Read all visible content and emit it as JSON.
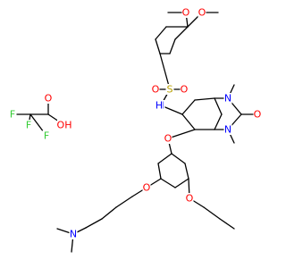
{
  "colors": {
    "bond": "#000000",
    "O": "#ff0000",
    "N": "#0000ff",
    "S": "#b8a000",
    "F": "#33cc33",
    "C": "#000000"
  },
  "atom_labels": [
    {
      "id": "O1",
      "text": "O",
      "el": "O"
    },
    {
      "id": "O2",
      "text": "O",
      "el": "O"
    },
    {
      "id": "S1",
      "text": "S",
      "el": "S"
    },
    {
      "id": "O3",
      "text": "O",
      "el": "O"
    },
    {
      "id": "O4",
      "text": "O",
      "el": "O"
    },
    {
      "id": "N1",
      "text": "N",
      "el": "N"
    },
    {
      "id": "H1",
      "text": "H",
      "el": "N"
    },
    {
      "id": "N2",
      "text": "N",
      "el": "N"
    },
    {
      "id": "O5",
      "text": "O",
      "el": "O"
    },
    {
      "id": "N3",
      "text": "N",
      "el": "N"
    },
    {
      "id": "O6",
      "text": "O",
      "el": "O"
    },
    {
      "id": "O7",
      "text": "O",
      "el": "O"
    },
    {
      "id": "O8",
      "text": "O",
      "el": "O"
    },
    {
      "id": "N4",
      "text": "N",
      "el": "N"
    },
    {
      "id": "F1",
      "text": "F",
      "el": "F"
    },
    {
      "id": "F2",
      "text": "F",
      "el": "F"
    },
    {
      "id": "F3",
      "text": "F",
      "el": "F"
    },
    {
      "id": "O9",
      "text": "O",
      "el": "O"
    },
    {
      "id": "O10",
      "text": "OH",
      "el": "O"
    }
  ]
}
